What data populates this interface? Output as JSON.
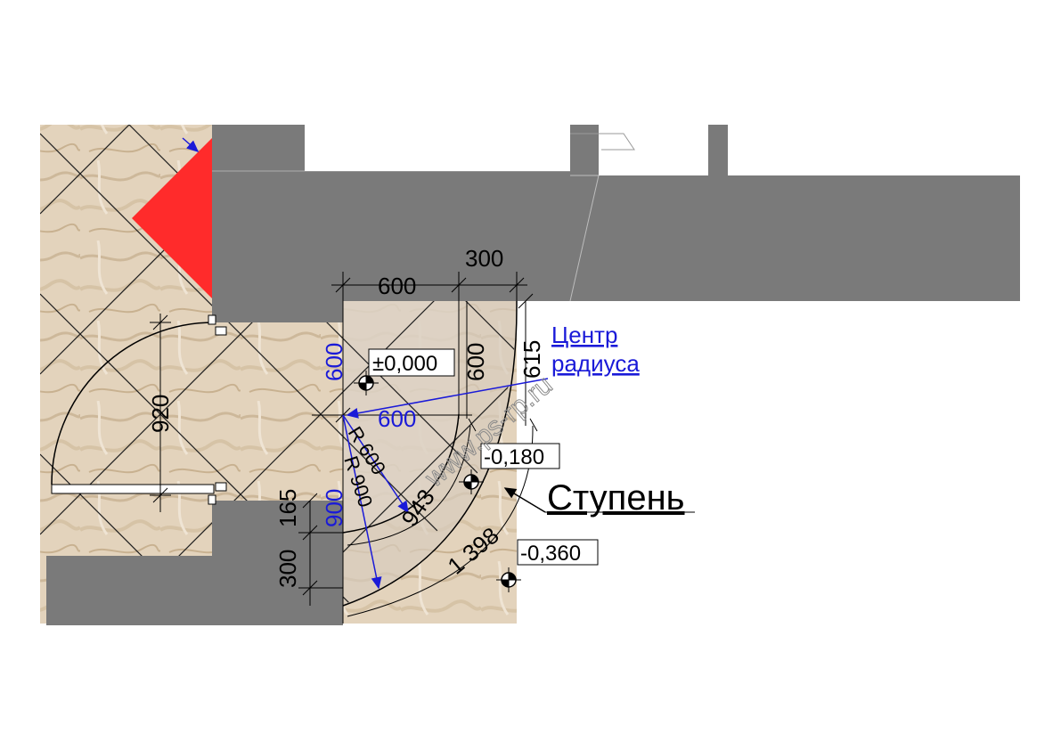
{
  "colors": {
    "wall": "#7a7a7a",
    "marble": "#e3d3bc",
    "marble_dark": "#cdb89a",
    "step": "#d7ccbd",
    "accent_red": "#ff2b2b",
    "annotation_blue": "#1a1ad8"
  },
  "dimensions": {
    "d_600_top": "600",
    "d_300_top": "300",
    "d_600_left_blue": "600",
    "d_600_mid_blue": "600",
    "d_600_vertical": "600",
    "d_615": "615",
    "d_920": "920",
    "d_165": "165",
    "d_300_left": "300",
    "d_900_blue": "900",
    "r_600": "R 600",
    "r_900": "R 900",
    "arc_943": "943",
    "arc_1398": "1 398"
  },
  "levels": {
    "floor": "±0,000",
    "step_upper": "-0,180",
    "step_lower": "-0,360"
  },
  "labels": {
    "center_line1": "Центр",
    "center_line2": "радиуса",
    "step": "Ступень"
  },
  "watermark": "www.ps-rp.ru",
  "icons": [
    "level-marker-icon",
    "arrow-icon"
  ]
}
